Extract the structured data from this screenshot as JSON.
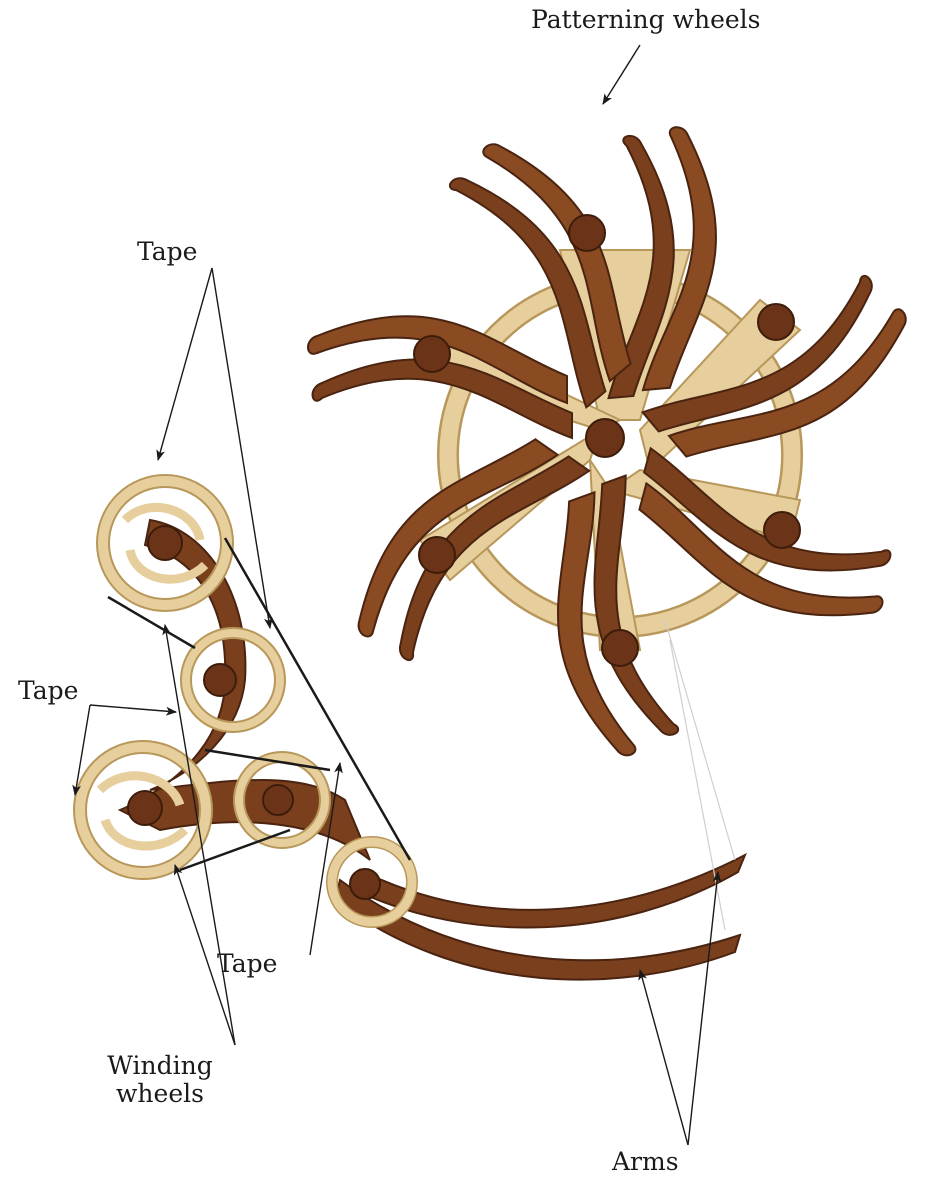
{
  "labels": {
    "patterning_wheels": "Patterning wheels",
    "tape_top": "Tape",
    "tape_left": "Tape",
    "tape_bottom": "Tape",
    "winding_wheels": "Winding wheels",
    "arms": "Arms"
  },
  "colors": {
    "dark_wood": "#7a3f1c",
    "dark_wood_edge": "#4a2410",
    "light_wood": "#e6cf9c",
    "light_wood_edge": "#b8975a",
    "arrow": "#1a1a1a"
  }
}
